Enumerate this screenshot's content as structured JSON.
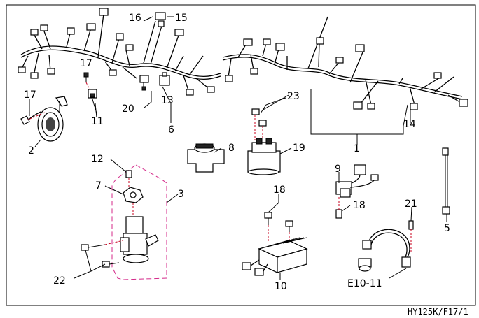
{
  "diagram_code": "HY125K/F17/1",
  "callouts": {
    "c1": "1",
    "c2": "2",
    "c3": "3",
    "c5": "5",
    "c6": "6",
    "c7": "7",
    "c8": "8",
    "c9": "9",
    "c10": "10",
    "c11": "11",
    "c12": "12",
    "c13": "13",
    "c14": "14",
    "c15": "15",
    "c16": "16",
    "c17a": "17",
    "c17b": "17",
    "c18a": "18",
    "c18b": "18",
    "c19": "19",
    "c20": "20",
    "c21": "21",
    "c22": "22",
    "c23": "23",
    "e1011": "E10-11"
  }
}
